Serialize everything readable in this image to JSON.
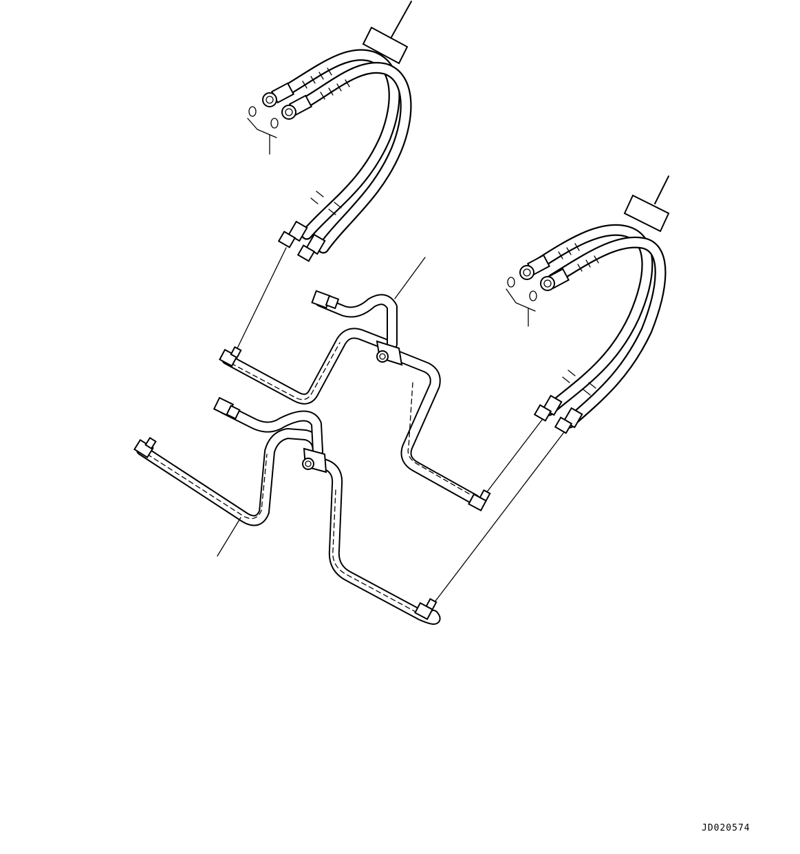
{
  "drawing": {
    "id": "JD020574"
  },
  "colors": {
    "line": "#000000",
    "background": "#ffffff"
  },
  "parts": [
    "left-hose-pair",
    "right-hose-pair",
    "upper-tube",
    "lower-tube",
    "upper-tee-block",
    "lower-tee-block",
    "left-cylinder",
    "right-cylinder"
  ]
}
